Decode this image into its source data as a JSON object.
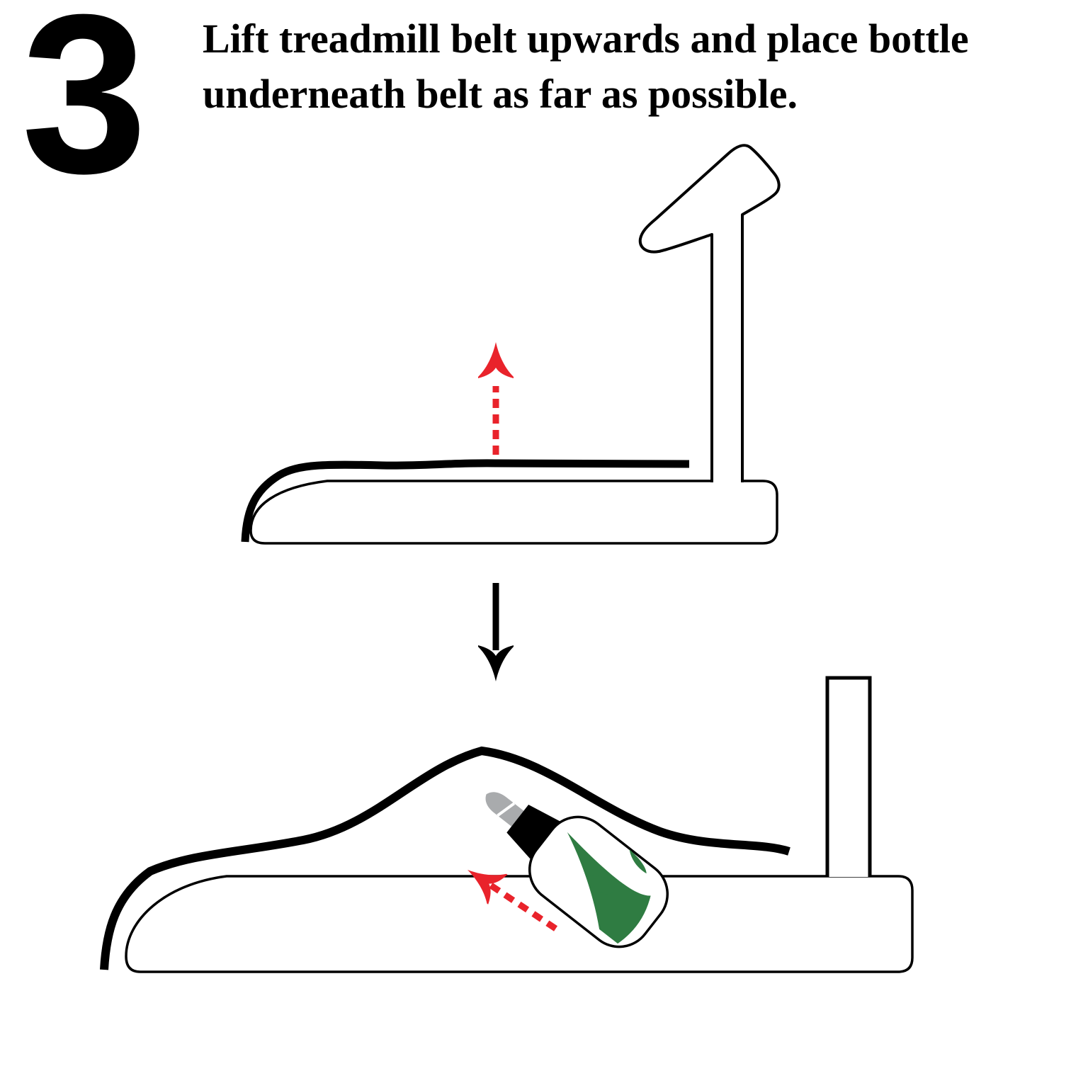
{
  "page": {
    "background": "#FFFFFF"
  },
  "step": {
    "number": "3"
  },
  "instruction": {
    "line1": "Lift treadmill belt upwards and place bottle",
    "line2": "underneath belt as far as possible."
  },
  "colors": {
    "ink": "#000000",
    "red": "#E9232B",
    "green": "#2F7C42",
    "gray": "#A9ABAD",
    "background": "#FFFFFF"
  },
  "icons": {
    "lift_up_arrow": "red-dashed-up-arrow",
    "sequence_arrow": "black-solid-down-arrow",
    "insert_arrow": "red-dashed-diagonal-arrow",
    "bottle": "lubricant-squeeze-bottle"
  }
}
